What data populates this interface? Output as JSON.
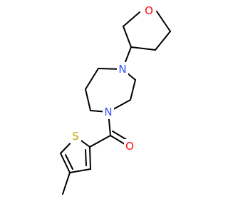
{
  "molecule": {
    "atoms": [
      {
        "id": "O_thf",
        "symbol": "O",
        "color": "#ff0d0d"
      },
      {
        "id": "N_top",
        "symbol": "N",
        "color": "#3050f8"
      },
      {
        "id": "N_bottom",
        "symbol": "N",
        "color": "#3050f8"
      },
      {
        "id": "O_carbonyl",
        "symbol": "O",
        "color": "#ff0d0d"
      },
      {
        "id": "S_thiophene",
        "symbol": "S",
        "color": "#c8a000"
      }
    ],
    "bond_color": "#000000"
  }
}
